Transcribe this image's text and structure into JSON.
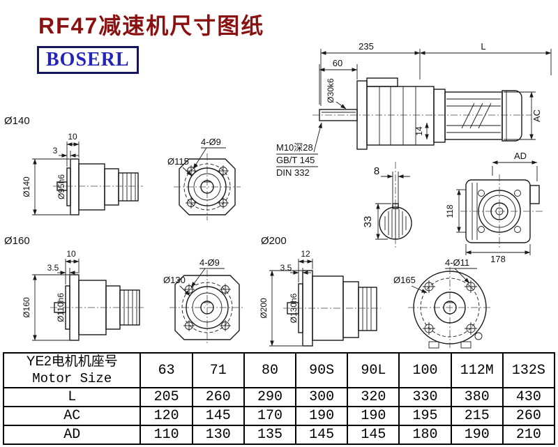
{
  "page": {
    "title": "RF47减速机尺寸图纸",
    "brand": "BOSERL"
  },
  "assembly": {
    "dim_total_front": "235",
    "dim_motor_length": "L",
    "dim_shaft_length": "60",
    "shaft_dia": "Ø30k6",
    "dim_motor_dia": "AC",
    "dim_key": "14",
    "tap_hole": "M10深28",
    "tap_std1": "GB/T 145",
    "tap_std2": "DIN 332"
  },
  "shaft_section": {
    "key_width": "8",
    "key_height": "33"
  },
  "end_view": {
    "dim_ad": "AD",
    "dim_height": "118",
    "dim_width": "178"
  },
  "flange140": {
    "label": "Ø140",
    "dim_thk": "10",
    "dim_spigot": "3",
    "dim_od": "Ø140",
    "dim_pilot": "Ø95h6",
    "holes": "4-Ø9",
    "bolt_circle": "Ø115"
  },
  "flange160": {
    "label": "Ø160",
    "dim_thk": "10",
    "dim_spigot": "3.5",
    "dim_od": "Ø160",
    "dim_pilot": "Ø110h6",
    "holes": "4-Ø9",
    "bolt_circle": "Ø130"
  },
  "flange200": {
    "label": "Ø200",
    "dim_thk": "12",
    "dim_spigot": "3.5",
    "dim_od": "Ø200",
    "dim_pilot": "Ø130h6",
    "holes": "4-Ø11",
    "bolt_circle": "Ø165"
  },
  "table": {
    "header_cn": "YE2电机机座号",
    "header_en": "Motor Size",
    "sizes": [
      "63",
      "71",
      "80",
      "90S",
      "90L",
      "100",
      "112M",
      "132S"
    ],
    "rows": [
      {
        "label": "L",
        "values": [
          "205",
          "260",
          "290",
          "300",
          "320",
          "330",
          "380",
          "430"
        ]
      },
      {
        "label": "AC",
        "values": [
          "120",
          "145",
          "170",
          "190",
          "190",
          "195",
          "215",
          "260"
        ]
      },
      {
        "label": "AD",
        "values": [
          "110",
          "130",
          "135",
          "145",
          "145",
          "180",
          "190",
          "210"
        ]
      }
    ]
  }
}
